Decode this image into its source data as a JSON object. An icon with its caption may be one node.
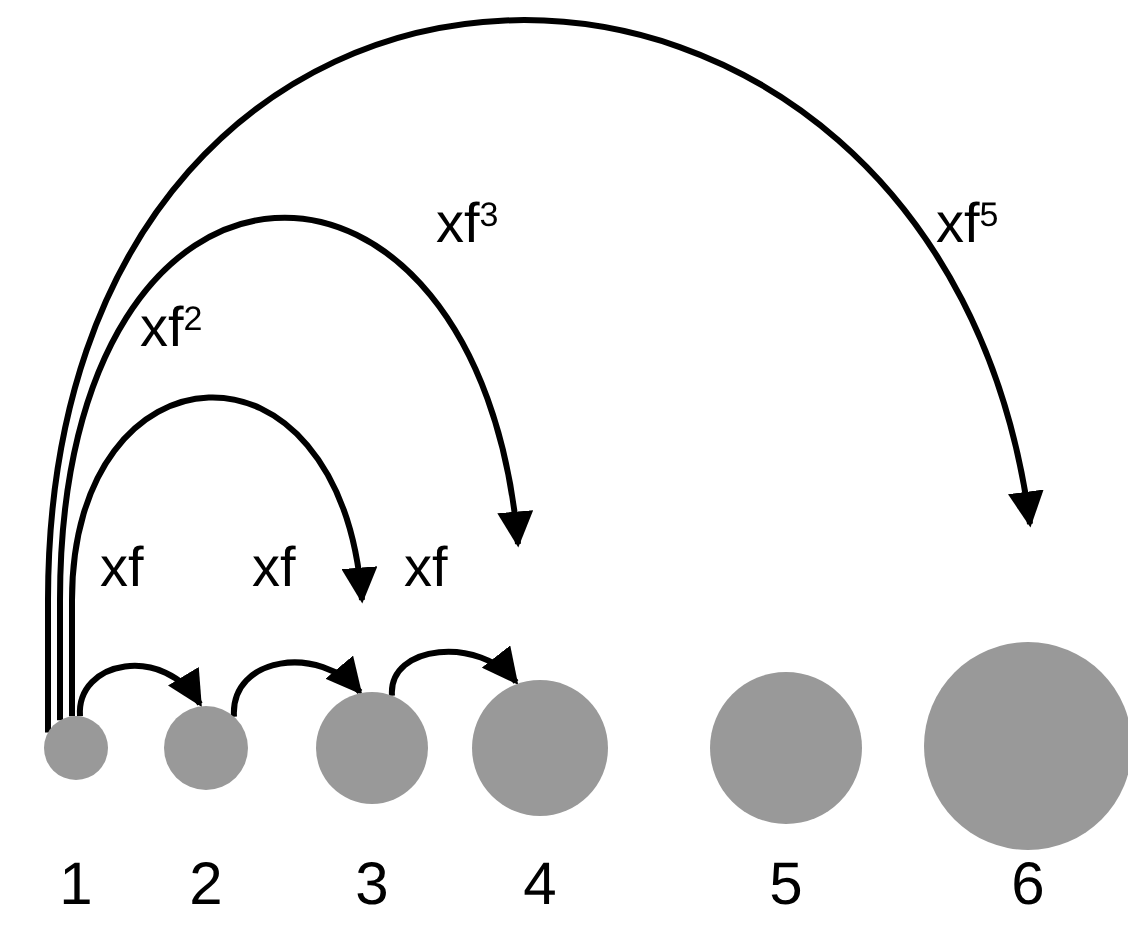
{
  "diagram": {
    "nodes": [
      {
        "text": [],
        "shape": "circle",
        "beside": [
          "1"
        ]
      },
      {
        "text": [],
        "shape": "circle",
        "beside": [
          "2"
        ]
      },
      {
        "text": [],
        "shape": "circle",
        "beside": [
          "3"
        ]
      },
      {
        "text": [],
        "shape": "circle",
        "beside": [
          "4"
        ]
      },
      {
        "text": [],
        "shape": "circle",
        "beside": [
          "5"
        ]
      },
      {
        "text": [],
        "shape": "circle",
        "beside": [
          "6"
        ]
      }
    ],
    "edges": [
      {
        "from": 0,
        "to": 1,
        "arrow": "to",
        "label": "xf"
      },
      {
        "from": 1,
        "to": 2,
        "arrow": "to",
        "label": "xf"
      },
      {
        "from": 2,
        "to": 3,
        "arrow": "to",
        "label": "xf"
      },
      {
        "from": 0,
        "to": 2,
        "arrow": "to",
        "label": "xf$^{2}$"
      },
      {
        "from": 0,
        "to": 3,
        "arrow": "to",
        "label": "xf$^{3}$"
      },
      {
        "from": 0,
        "to": 5,
        "arrow": "to",
        "label": "xf$^{5}$"
      }
    ]
  }
}
